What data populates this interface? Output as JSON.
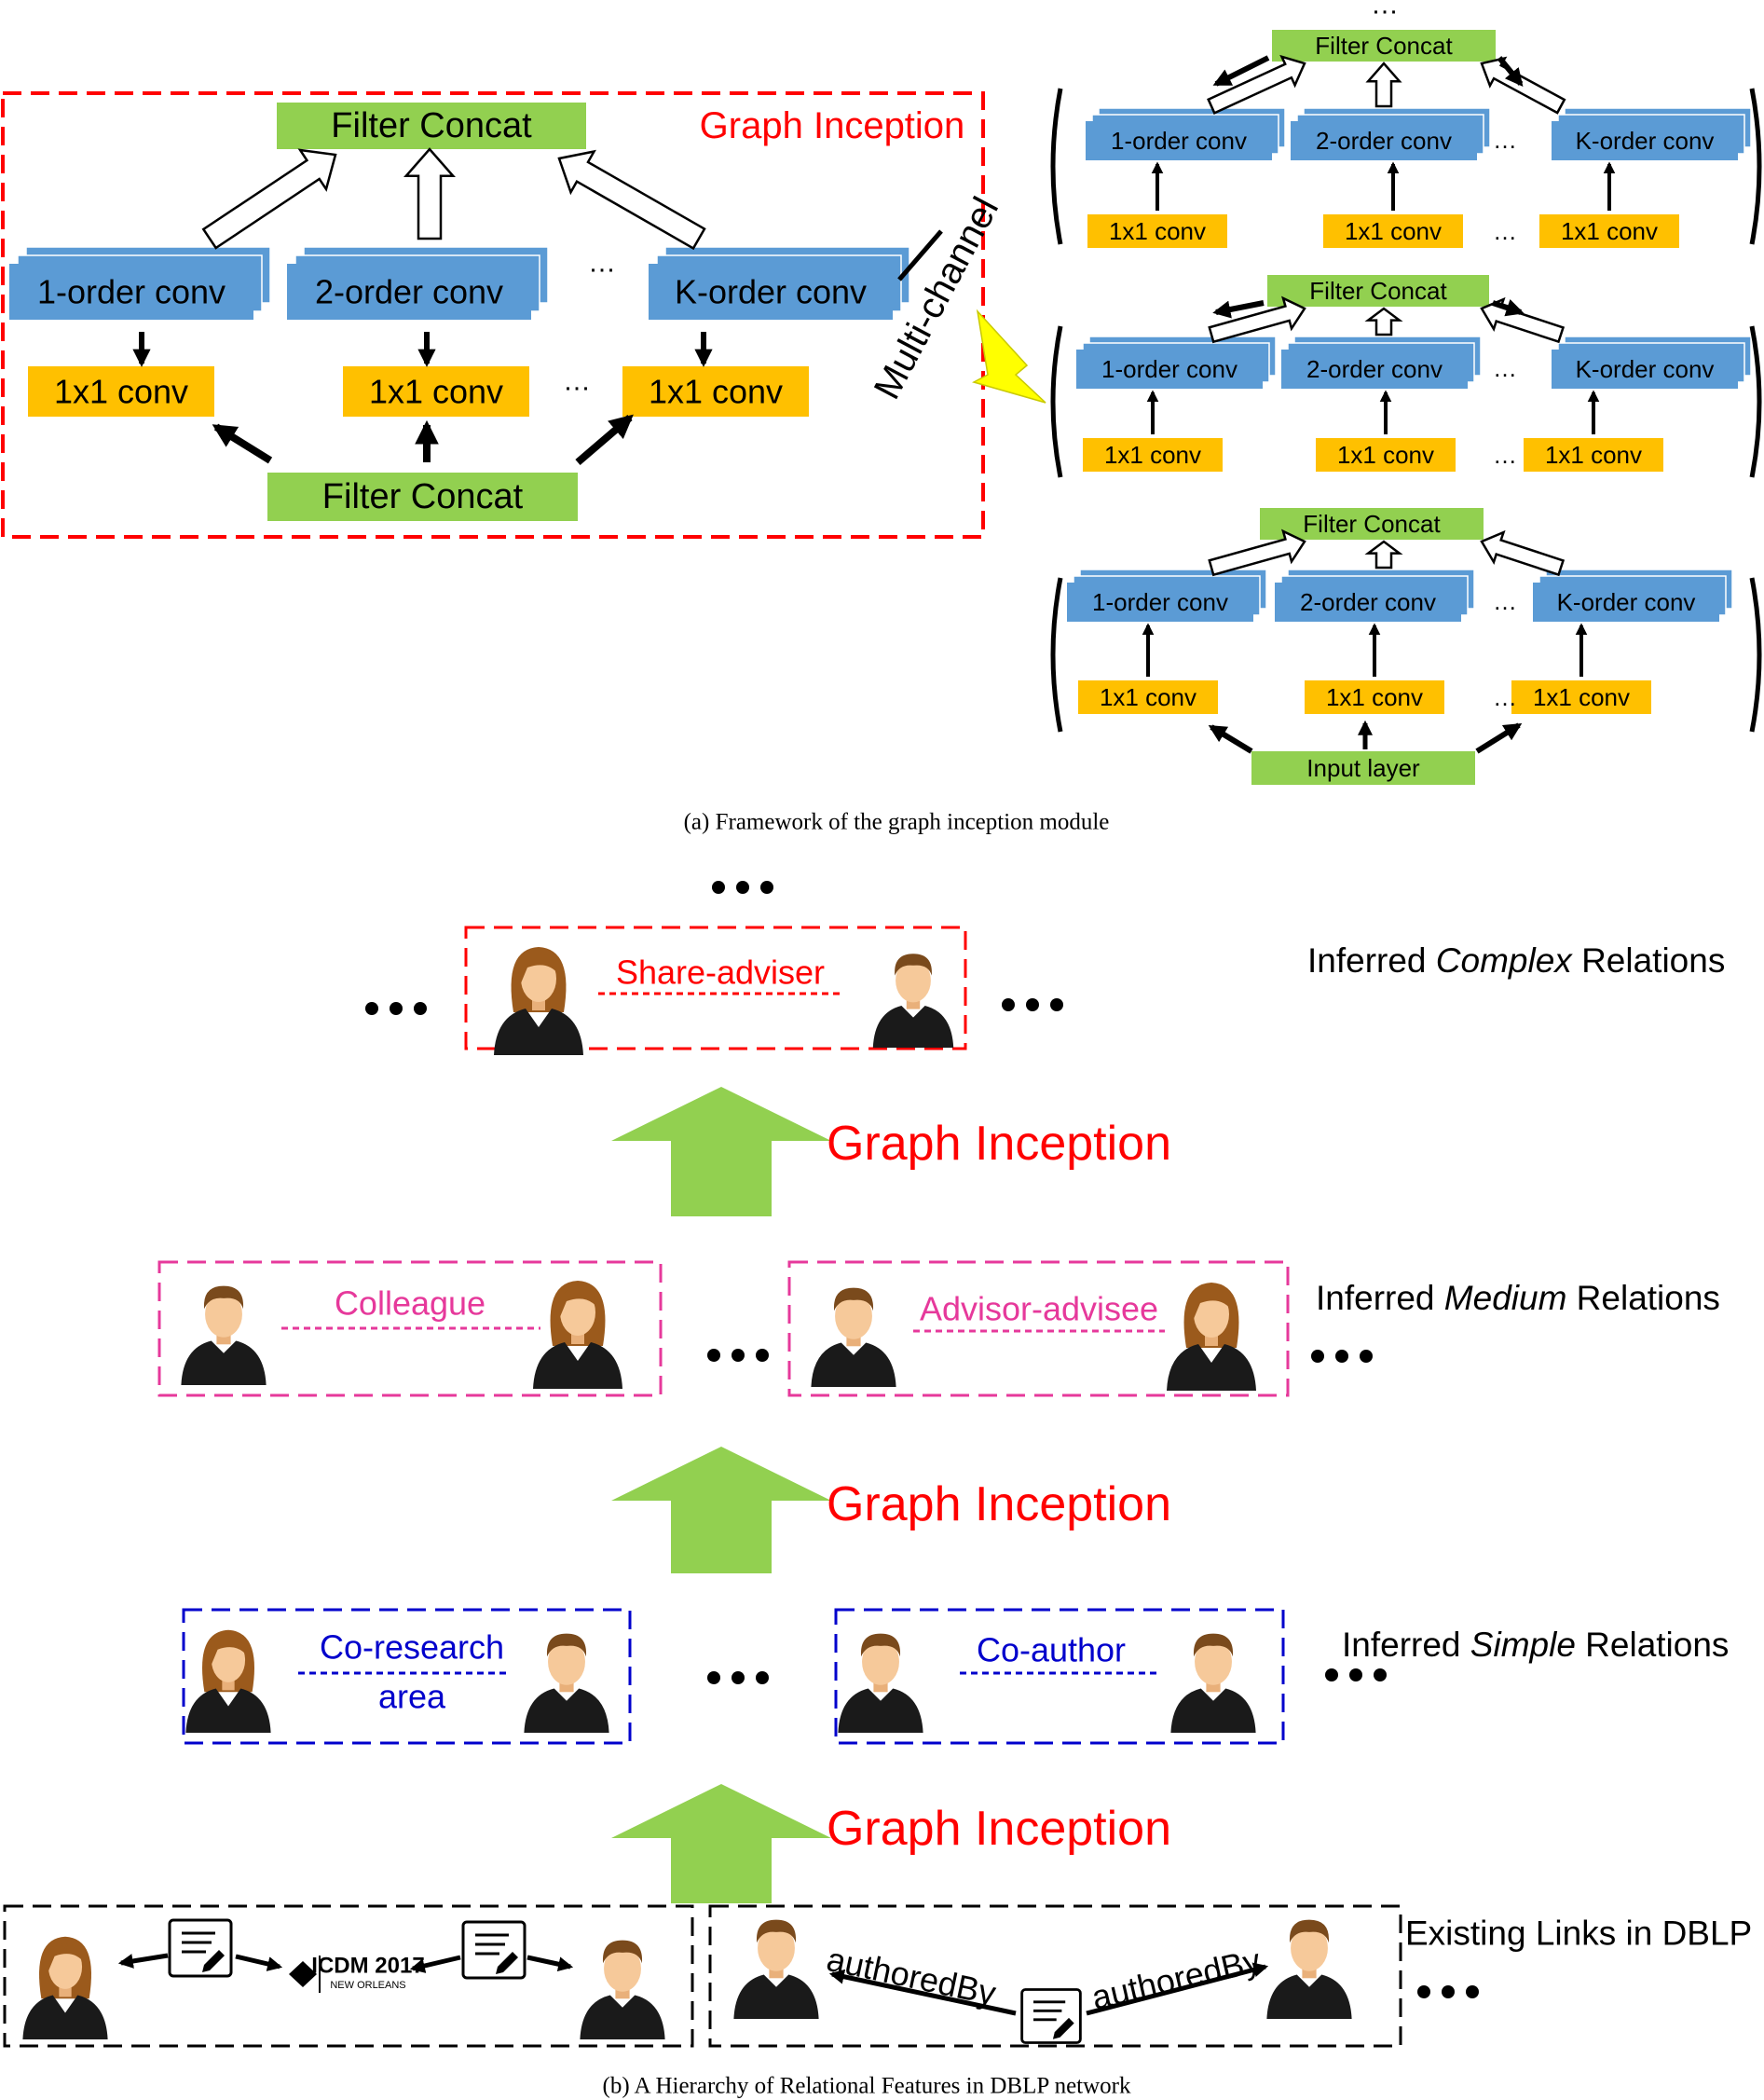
{
  "colors": {
    "blue_box": "#5B9BD5",
    "orange_box": "#FFC000",
    "green_box": "#92D050",
    "red": "#FF0000",
    "pink": "#E6399B",
    "navy": "#0000CC",
    "yellow_arrow": "#FFFF00"
  },
  "panel_a": {
    "caption": "(a)  Framework of the graph inception module",
    "ellipsis": "…",
    "detail": {
      "title": "Graph Inception",
      "side_label": "Multi-channel",
      "top": "Filter Concat",
      "bottom": "Filter Concat",
      "convs": [
        "1-order conv",
        "2-order conv",
        "K-order conv"
      ],
      "ones": [
        "1x1 conv",
        "1x1 conv",
        "1x1 conv"
      ],
      "dots": "…"
    },
    "stack": {
      "top_dots": "…",
      "concat": "Filter Concat",
      "input": "Input layer",
      "convs": [
        "1-order conv",
        "2-order conv",
        "K-order conv"
      ],
      "ones": [
        "1x1 conv",
        "1x1 conv",
        "1x1 conv"
      ],
      "dots": "…"
    }
  },
  "panel_b": {
    "caption": "(b)  A Hierarchy of Relational Features in DBLP network",
    "dots": "…",
    "arrow_label": "Graph Inception",
    "level_complex": {
      "pre": "Inferred ",
      "em": "Complex",
      "post": " Relations",
      "relation": "Share-adviser"
    },
    "level_medium": {
      "pre": "Inferred ",
      "em": "Medium",
      "post": " Relations",
      "relation_1": "Colleague",
      "relation_2": "Advisor-advisee"
    },
    "level_simple": {
      "pre": "Inferred ",
      "em": "Simple",
      "post": " Relations",
      "relation_1a": "Co-research",
      "relation_1b": "area",
      "relation_2": "Co-author"
    },
    "level_existing": {
      "label": "Existing Links in DBLP",
      "edge": "authoredBy",
      "logo_main": "ICDM 2017",
      "logo_sub": "NEW ORLEANS"
    }
  }
}
